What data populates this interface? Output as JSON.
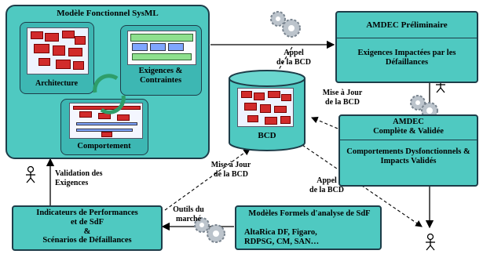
{
  "sysml": {
    "title": "Modèle Fonctionnel SysML",
    "architecture": "Architecture",
    "exigences": "Exigences &\nContraintes",
    "comportement": "Comportement"
  },
  "amdec_prelim": {
    "title": "AMDEC Préliminaire",
    "subtitle": "Exigences Impactées par les Défaillances"
  },
  "amdec_complete": {
    "title": "AMDEC\nComplète & Validée",
    "subtitle": "Comportements Dysfonctionnels & Impacts Validés"
  },
  "bcd": {
    "label": "BCD"
  },
  "indicateurs": {
    "text": "Indicateurs de Performances\net de SdF\n&\nScénarios de Défaillances"
  },
  "modeles": {
    "title": "Modèles Formels d'analyse de SdF",
    "tools": "AltaRica DF, Figaro,\nRDPSG, CM, SAN…"
  },
  "labels": {
    "appel_top": "Appel\nde la BCD",
    "maj_right": "Mise à Jour\nde la BCD",
    "maj_left": "Mise à Jour\nde la BCD",
    "appel_bottom": "Appel\nde la BCD",
    "validation": "Validation des\nExigences",
    "outils": "Outils du\nmarché"
  },
  "colors": {
    "box_fill": "#4fc9c1",
    "box_border": "#1d3d49",
    "inner_fill": "#3db7b3"
  }
}
